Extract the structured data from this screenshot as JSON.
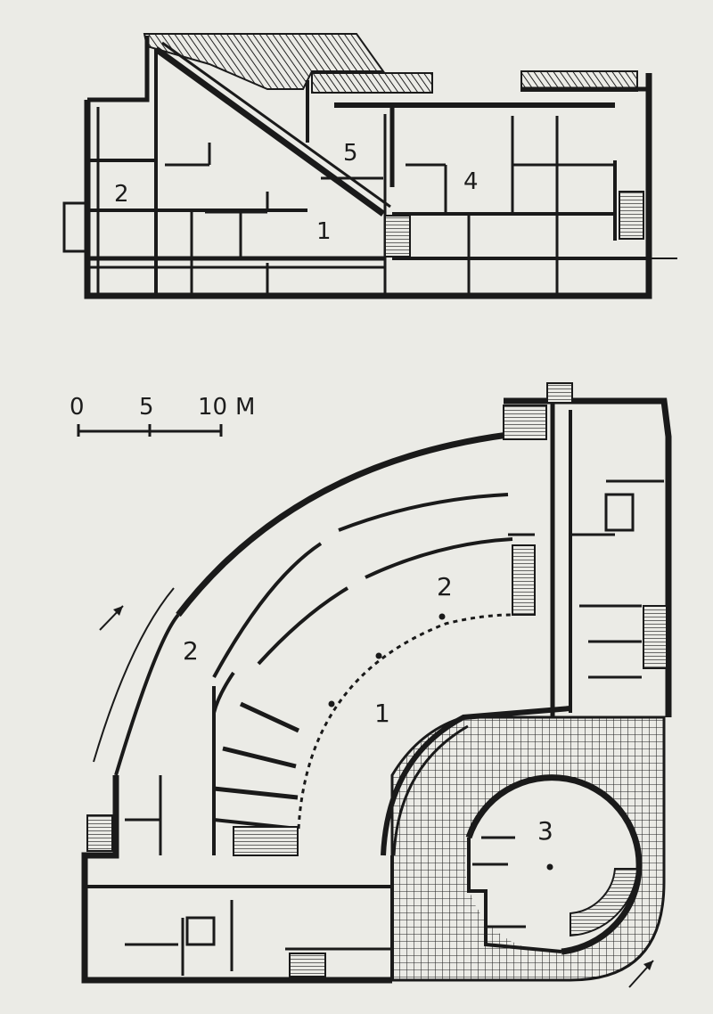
{
  "section": {
    "labels": {
      "l1": "1",
      "l2": "2",
      "l4": "4",
      "l5": "5"
    }
  },
  "scale_bar": {
    "ticks": [
      "0",
      "5",
      "10"
    ],
    "unit": "M"
  },
  "plan": {
    "labels": {
      "l1": "1",
      "l2a": "2",
      "l2b": "2",
      "l3": "3"
    }
  }
}
